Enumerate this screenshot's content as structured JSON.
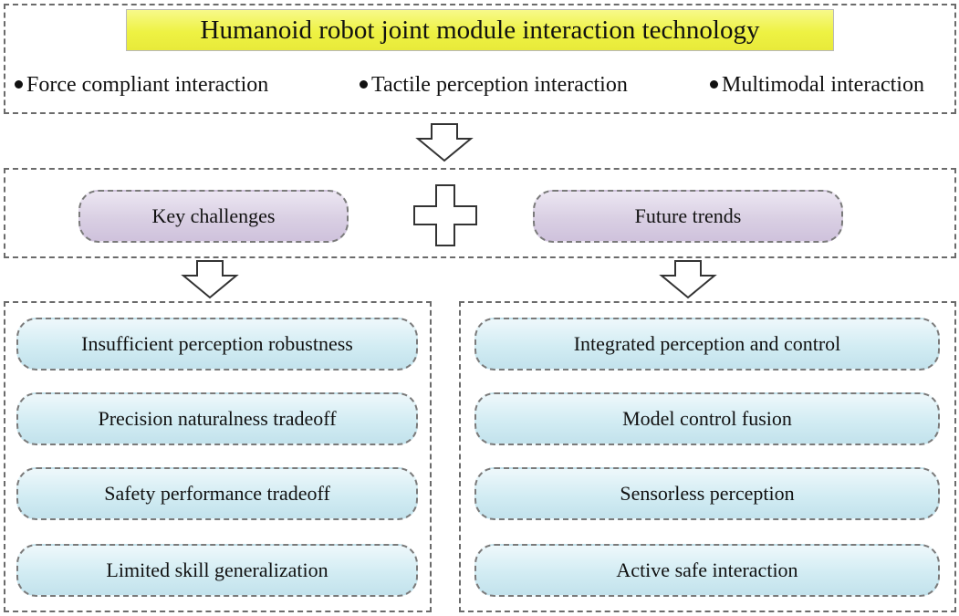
{
  "title": "Humanoid robot joint module interaction technology",
  "interaction_types": [
    "Force compliant interaction",
    "Tactile perception interaction",
    "Multimodal interaction"
  ],
  "key_challenges": {
    "label": "Key challenges",
    "items": [
      "Insufficient perception robustness",
      "Precision naturalness tradeoff",
      "Safety performance tradeoff",
      "Limited skill generalization"
    ]
  },
  "future_trends": {
    "label": "Future trends",
    "items": [
      "Integrated perception and control",
      "Model control fusion",
      "Sensorless perception",
      "Active safe interaction"
    ]
  },
  "colors": {
    "title_fill": "#eef243",
    "header_pill_fill": "#d9cfe3",
    "item_pill_fill": "#d2ecf3",
    "dashed_border": "#6b6b6b"
  }
}
